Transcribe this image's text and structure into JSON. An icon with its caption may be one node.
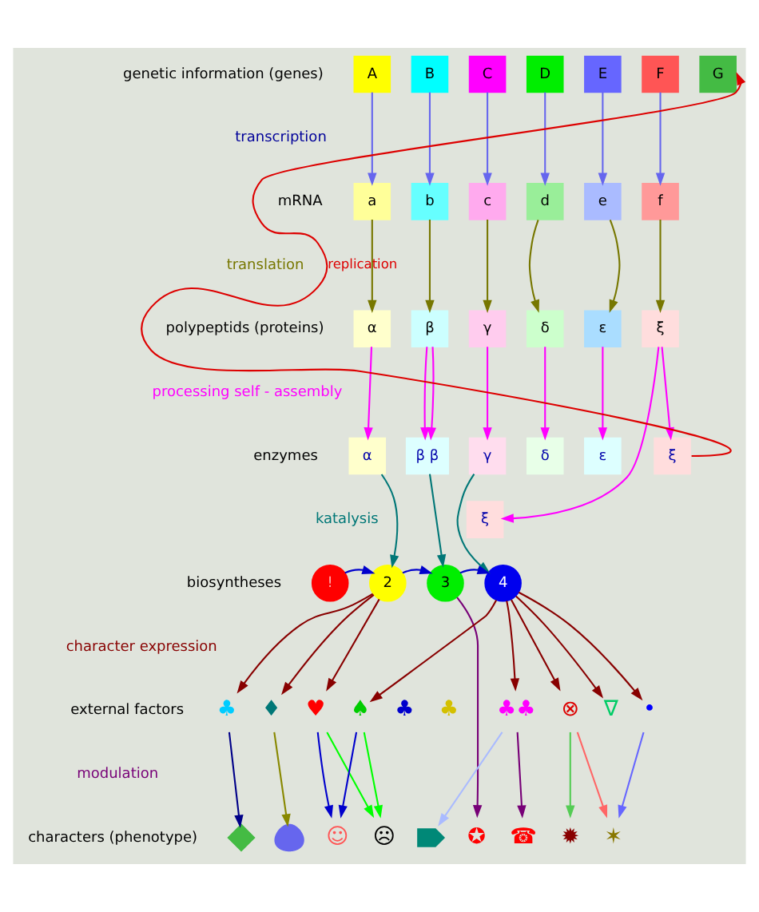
{
  "diagram": {
    "nodes": [
      {
        "text": [
          "A"
        ]
      },
      {
        "text": [
          "B"
        ]
      },
      {
        "text": [
          "C"
        ]
      },
      {
        "text": [
          "D"
        ]
      },
      {
        "text": [
          "E"
        ]
      },
      {
        "text": [
          "F"
        ]
      },
      {
        "text": [
          "G"
        ]
      },
      {
        "text": [
          "a"
        ]
      },
      {
        "text": [
          "b"
        ]
      },
      {
        "text": [
          "c"
        ]
      },
      {
        "text": [
          "d"
        ]
      },
      {
        "text": [
          "e"
        ]
      },
      {
        "text": [
          "f"
        ]
      },
      {
        "text": [
          "α"
        ]
      },
      {
        "text": [
          "β"
        ]
      },
      {
        "text": [
          "γ"
        ]
      },
      {
        "text": [
          "δ"
        ]
      },
      {
        "text": [
          "ε"
        ]
      },
      {
        "text": [
          "ξ"
        ]
      },
      {
        "text": [
          "α"
        ]
      },
      {
        "text": [
          "β β"
        ]
      },
      {
        "text": [
          "γ"
        ]
      },
      {
        "text": [
          "δ"
        ]
      },
      {
        "text": [
          "ε"
        ]
      },
      {
        "text": [
          "ξ"
        ]
      },
      {
        "text": [
          "ξ"
        ]
      },
      {
        "text": [
          "!"
        ]
      },
      {
        "text": [
          "2"
        ]
      },
      {
        "text": [
          "3"
        ]
      },
      {
        "text": [
          "4"
        ]
      },
      {
        "text": [
          "♣"
        ]
      },
      {
        "text": [
          "♦"
        ]
      },
      {
        "text": [
          "♥"
        ]
      },
      {
        "text": [
          "♠"
        ]
      },
      {
        "text": [
          "♣"
        ]
      },
      {
        "text": [
          "♣"
        ]
      },
      {
        "text": [
          "♣♣"
        ]
      },
      {
        "text": [
          "⊗"
        ]
      },
      {
        "text": [
          "∇"
        ]
      },
      {
        "text": [
          "•"
        ]
      },
      {
        "text": [],
        "shape": "butterfly"
      },
      {
        "text": [],
        "shape": "knot"
      },
      {
        "text": [
          "☺"
        ]
      },
      {
        "text": [
          "☹"
        ]
      },
      {
        "text": [],
        "shape": "arrow"
      },
      {
        "text": [
          "✪"
        ]
      },
      {
        "text": [
          "☎"
        ]
      },
      {
        "text": [
          "✹"
        ]
      },
      {
        "text": [
          "✶"
        ]
      }
    ],
    "edges": [
      {
        "from": 0,
        "to": 7,
        "arrow": "to",
        "color": "#6666ee"
      },
      {
        "from": 1,
        "to": 8,
        "arrow": "to",
        "color": "#6666ee"
      },
      {
        "from": 2,
        "to": 9,
        "arrow": "to",
        "color": "#6666ee"
      },
      {
        "from": 3,
        "to": 10,
        "arrow": "to",
        "color": "#6666ee"
      },
      {
        "from": 4,
        "to": 11,
        "arrow": "to",
        "color": "#6666ee"
      },
      {
        "from": 5,
        "to": 12,
        "arrow": "to",
        "color": "#6666ee"
      },
      {
        "from": 7,
        "to": 13,
        "arrow": "to",
        "color": "#777700"
      },
      {
        "from": 8,
        "to": 14,
        "arrow": "to",
        "color": "#777700"
      },
      {
        "from": 9,
        "to": 15,
        "arrow": "to",
        "color": "#777700"
      },
      {
        "from": 10,
        "to": 16,
        "arrow": "to",
        "color": "#777700"
      },
      {
        "from": 11,
        "to": 17,
        "arrow": "to",
        "color": "#777700"
      },
      {
        "from": 12,
        "to": 18,
        "arrow": "to",
        "color": "#777700"
      },
      {
        "from": 13,
        "to": 19,
        "arrow": "to",
        "color": "#ff00ff"
      },
      {
        "from": 14,
        "to": 20,
        "arrow": "to",
        "color": "#ff00ff"
      },
      {
        "from": 14,
        "to": 20,
        "arrow": "to",
        "color": "#ff00ff"
      },
      {
        "from": 15,
        "to": 21,
        "arrow": "to",
        "color": "#ff00ff"
      },
      {
        "from": 16,
        "to": 22,
        "arrow": "to",
        "color": "#ff00ff"
      },
      {
        "from": 17,
        "to": 23,
        "arrow": "to",
        "color": "#ff00ff"
      },
      {
        "from": 18,
        "to": 25,
        "arrow": "to",
        "color": "#ff00ff"
      },
      {
        "from": 18,
        "to": 24,
        "arrow": "to",
        "color": "#ff00ff"
      },
      {
        "from": 24,
        "to": 6,
        "arrow": "to",
        "label": "replication",
        "color": "#dd0000"
      },
      {
        "from": 19,
        "to": 27,
        "arrow": "to",
        "color": "#007777"
      },
      {
        "from": 20,
        "to": 28,
        "arrow": "to",
        "color": "#007777"
      },
      {
        "from": 21,
        "to": 29,
        "arrow": "to",
        "color": "#007777"
      },
      {
        "from": 26,
        "to": 27,
        "arrow": "to",
        "color": "#0000cc"
      },
      {
        "from": 27,
        "to": 28,
        "arrow": "to",
        "color": "#0000cc"
      },
      {
        "from": 28,
        "to": 29,
        "arrow": "to",
        "color": "#0000cc"
      },
      {
        "from": 27,
        "to": 30,
        "arrow": "to",
        "color": "#880000"
      },
      {
        "from": 27,
        "to": 31,
        "arrow": "to",
        "color": "#880000"
      },
      {
        "from": 27,
        "to": 32,
        "arrow": "to",
        "color": "#880000"
      },
      {
        "from": 29,
        "to": 33,
        "arrow": "to",
        "color": "#880000"
      },
      {
        "from": 29,
        "to": 36,
        "arrow": "to",
        "color": "#880000"
      },
      {
        "from": 29,
        "to": 37,
        "arrow": "to",
        "color": "#880000"
      },
      {
        "from": 29,
        "to": 38,
        "arrow": "to",
        "color": "#880000"
      },
      {
        "from": 29,
        "to": 39,
        "arrow": "to",
        "color": "#880000"
      },
      {
        "from": 30,
        "to": 40,
        "arrow": "to",
        "color": "#000088"
      },
      {
        "from": 31,
        "to": 41,
        "arrow": "to",
        "color": "#888800"
      },
      {
        "from": 32,
        "to": 42,
        "arrow": "to",
        "color": "#0000cc"
      },
      {
        "from": 32,
        "to": 43,
        "arrow": "to",
        "color": "#00ff00"
      },
      {
        "from": 33,
        "to": 42,
        "arrow": "to",
        "color": "#0000cc"
      },
      {
        "from": 33,
        "to": 43,
        "arrow": "to",
        "color": "#00ff00"
      },
      {
        "from": 28,
        "to": 45,
        "arrow": "to",
        "color": "#770077"
      },
      {
        "from": 36,
        "to": 44,
        "arrow": "to",
        "color": "#aabbff"
      },
      {
        "from": 36,
        "to": 46,
        "arrow": "to",
        "color": "#770077"
      },
      {
        "from": 37,
        "to": 47,
        "arrow": "to",
        "color": "#55cc55"
      },
      {
        "from": 37,
        "to": 48,
        "arrow": "to",
        "color": "#ff6666"
      },
      {
        "from": 39,
        "to": 48,
        "arrow": "to",
        "color": "#6666ff"
      }
    ],
    "labels": [
      "genetic information (genes)",
      "transcription",
      "mRNA",
      "translation",
      "polypeptids (proteins)",
      "processing self - assembly",
      "enzymes",
      "katalysis",
      "biosyntheses",
      "character expression",
      "external factors",
      "modulation",
      "characters (phenotype)"
    ]
  }
}
